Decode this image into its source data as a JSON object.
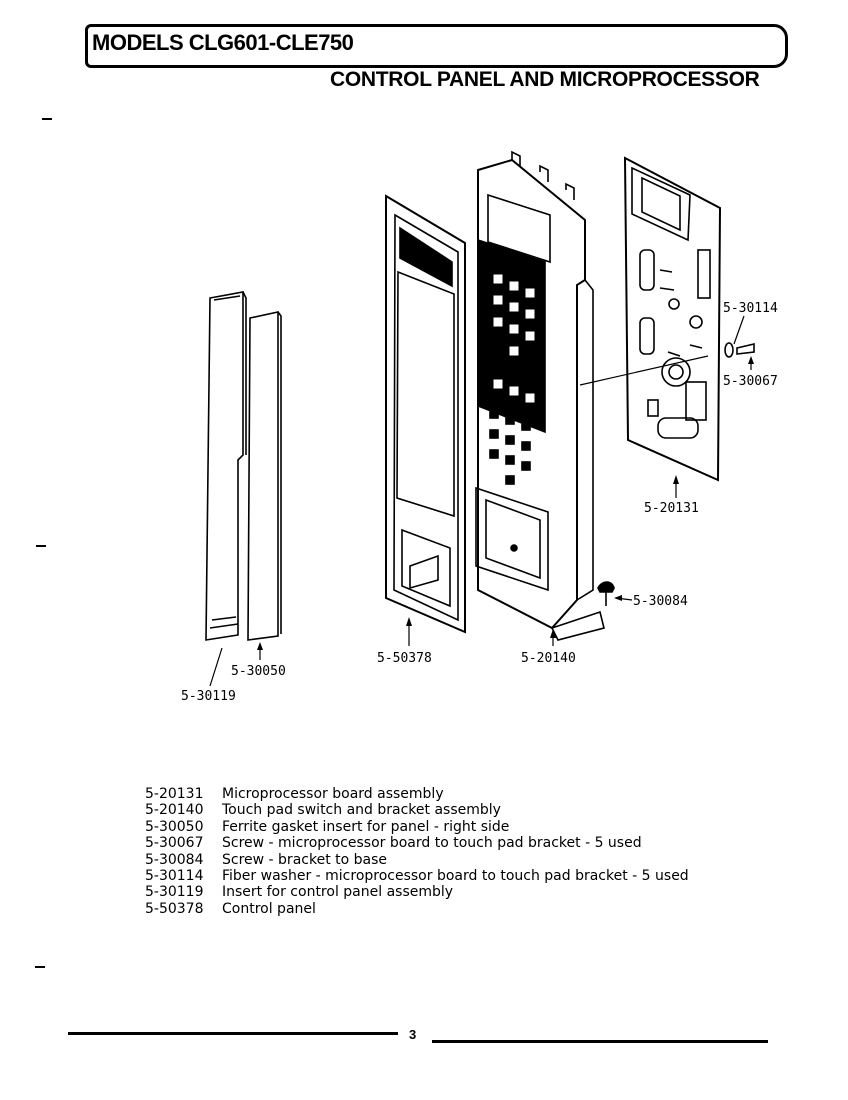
{
  "header": {
    "model_title": "MODELS CLG601-CLE750",
    "section_title": "CONTROL PANEL AND MICROPROCESSOR"
  },
  "callouts": {
    "p20131": "5-20131",
    "p20140": "5-20140",
    "p30050": "5-30050",
    "p30067": "5-30067",
    "p30084": "5-30084",
    "p30114": "5-30114",
    "p30119": "5-30119",
    "p50378": "5-50378"
  },
  "parts_list": [
    {
      "number": "5-20131",
      "description": "Microprocessor board assembly"
    },
    {
      "number": "5-20140",
      "description": "Touch pad switch and bracket assembly"
    },
    {
      "number": "5-30050",
      "description": "Ferrite gasket insert for panel - right side"
    },
    {
      "number": "5-30067",
      "description": "Screw - microprocessor board to touch pad bracket - 5 used"
    },
    {
      "number": "5-30084",
      "description": "Screw - bracket to base"
    },
    {
      "number": "5-30114",
      "description": "Fiber washer - microprocessor board to touch pad bracket - 5 used"
    },
    {
      "number": "5-30119",
      "description": "Insert for control panel assembly"
    },
    {
      "number": "5-50378",
      "description": "Control panel"
    }
  ],
  "footer": {
    "page_number": "3"
  }
}
